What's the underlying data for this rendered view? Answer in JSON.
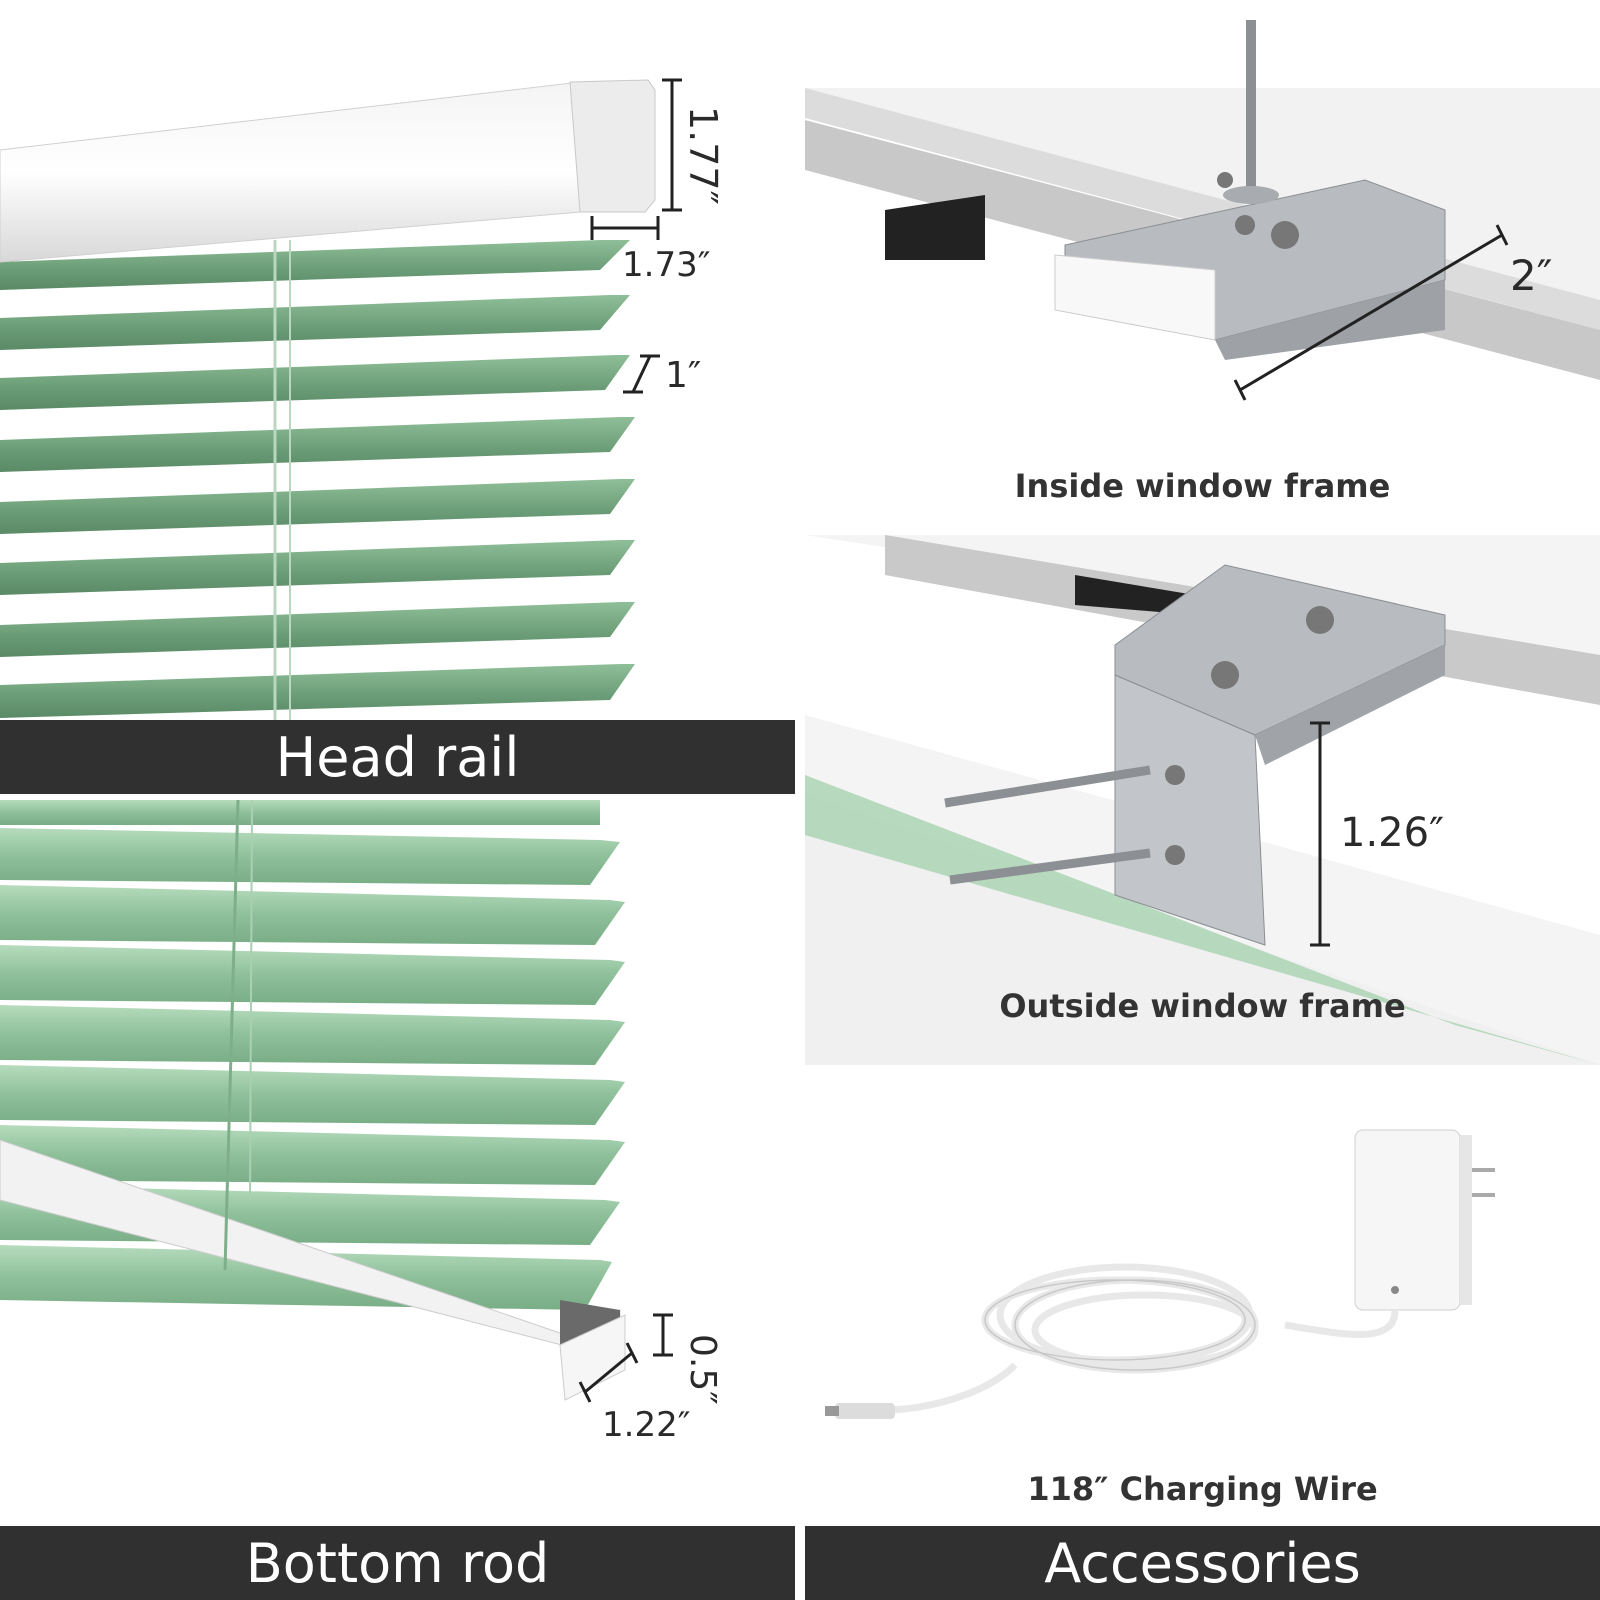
{
  "headrail": {
    "label": "Head rail",
    "dim_height": "1.77″",
    "dim_depth": "1.73″",
    "dim_slat": "1″"
  },
  "bottomrod": {
    "label": "Bottom rod",
    "dim_height": "0.5″",
    "dim_depth": "1.22″"
  },
  "inside": {
    "caption": "Inside window frame",
    "dim_width": "2″"
  },
  "outside": {
    "caption": "Outside window frame",
    "dim_height": "1.26″"
  },
  "accessories": {
    "label": "Accessories",
    "caption": "118″ Charging Wire"
  },
  "colors": {
    "slat": "#6fa07c",
    "slat_light": "#a8d2b0",
    "band": "#303030",
    "metal": "#b8bcc0"
  }
}
